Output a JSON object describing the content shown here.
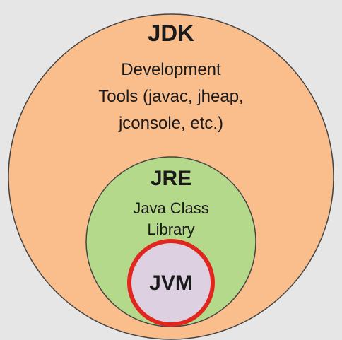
{
  "diagram": {
    "jdk": {
      "title": "JDK",
      "lines": [
        "Development",
        "Tools (javac, jheap,",
        "jconsole, etc.)"
      ]
    },
    "jre": {
      "title": "JRE",
      "lines": [
        "Java Class",
        "Library"
      ]
    },
    "jvm": {
      "title": "JVM"
    }
  },
  "colors": {
    "background": "#e6e6e6",
    "jdk_fill": "#f9be8c",
    "jre_fill": "#b5d98a",
    "jvm_fill": "#ddd0e0",
    "jvm_border": "#e0271f",
    "stroke": "#444444"
  }
}
